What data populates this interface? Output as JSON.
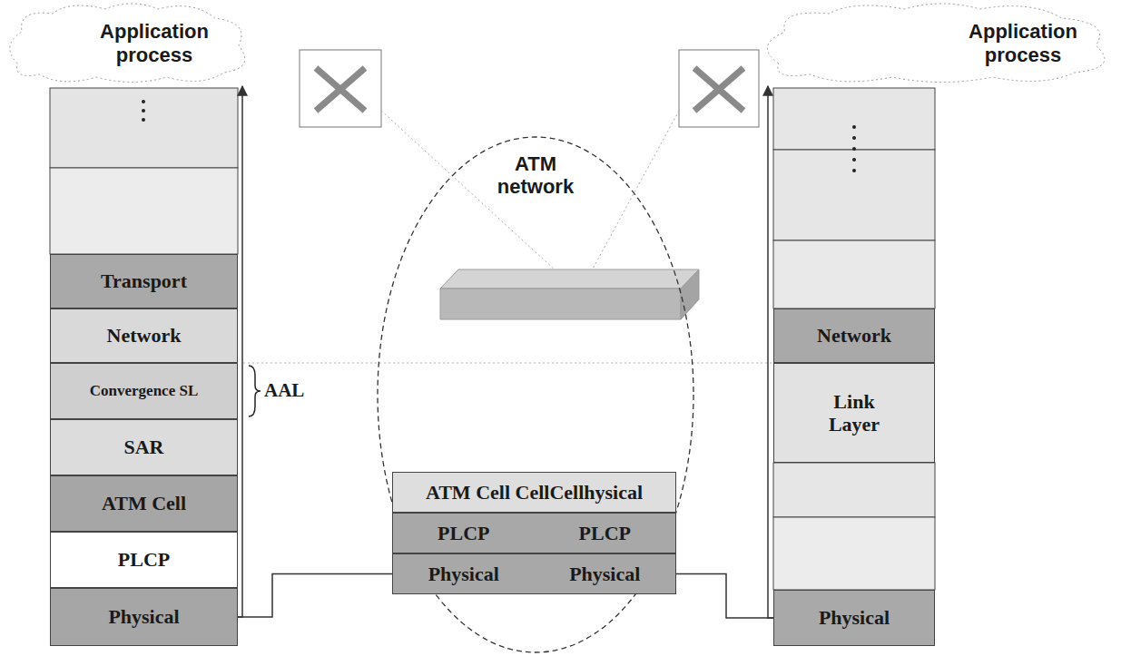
{
  "diagram": {
    "nodes": [
      {
        "text": [
          "Application process"
        ]
      },
      {
        "text": [
          "Application process"
        ]
      },
      {
        "text": [
          "ATM network"
        ]
      },
      {
        "text": [
          "Transport"
        ]
      },
      {
        "text": [
          "Network"
        ]
      },
      {
        "text": [
          "Convergence SL"
        ]
      },
      {
        "text": [
          "SAR"
        ]
      },
      {
        "text": [
          "ATM Cell"
        ]
      },
      {
        "text": [
          "PLCP"
        ]
      },
      {
        "text": [
          "Physical"
        ]
      },
      {
        "text": [
          "ATM Cell CellCellhysical"
        ],
        "in": 2
      },
      {
        "text": [
          "PLCP",
          "PLCP"
        ],
        "in": 2
      },
      {
        "text": [
          "Physical",
          "Physical"
        ],
        "in": 2
      },
      {
        "text": [
          "Network"
        ]
      },
      {
        "text": [
          "Link Layer"
        ]
      },
      {
        "text": [
          "Physical"
        ]
      }
    ],
    "edges": [
      {
        "from": 9,
        "to": 0,
        "arrow": "to"
      },
      {
        "from": 9,
        "to": 12,
        "arrow": "none"
      },
      {
        "from": 12,
        "to": 15,
        "arrow": "none"
      },
      {
        "from": 15,
        "to": 1,
        "arrow": "to"
      }
    ],
    "labels": [
      "AAL"
    ]
  }
}
